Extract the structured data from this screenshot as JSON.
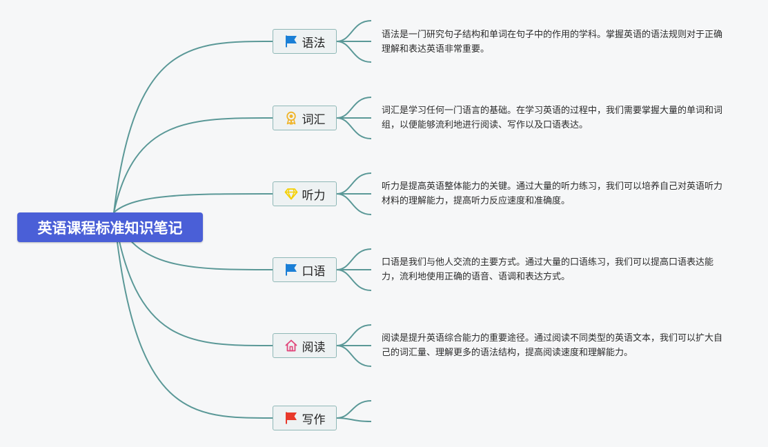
{
  "root": {
    "label": "英语课程标准知识笔记"
  },
  "branches": [
    {
      "label": "语法",
      "icon": "blue-flag-icon",
      "note": "语法是一门研究句子结构和单词在句子中的作用的学科。掌握英语的语法规则对于正确理解和表达英语非常重要。"
    },
    {
      "label": "词汇",
      "icon": "award-medal-icon",
      "note": "词汇是学习任何一门语言的基础。在学习英语的过程中，我们需要掌握大量的单词和词组，以便能够流利地进行阅读、写作以及口语表达。"
    },
    {
      "label": "听力",
      "icon": "diamond-icon",
      "note": "听力是提高英语整体能力的关键。通过大量的听力练习，我们可以培养自己对英语听力材料的理解能力，提高听力反应速度和准确度。"
    },
    {
      "label": "口语",
      "icon": "blue-flag-icon",
      "note": "口语是我们与他人交流的主要方式。通过大量的口语练习，我们可以提高口语表达能力，流利地使用正确的语音、语调和表达方式。"
    },
    {
      "label": "阅读",
      "icon": "house-icon",
      "note": "阅读是提升英语综合能力的重要途径。通过阅读不同类型的英语文本，我们可以扩大自己的词汇量、理解更多的语法结构，提高阅读速度和理解能力。"
    },
    {
      "label": "写作",
      "icon": "red-flag-icon",
      "note": ""
    }
  ],
  "colors": {
    "root_fill": "#4a5fd7",
    "connector": "#5a9897",
    "node_border": "#8eb7b6",
    "flag_blue": "#1a7fd6",
    "flag_red": "#e8392b",
    "medal_gold": "#f0b429",
    "diamond_yellow": "#f5d000",
    "house_red": "#e0457a"
  }
}
